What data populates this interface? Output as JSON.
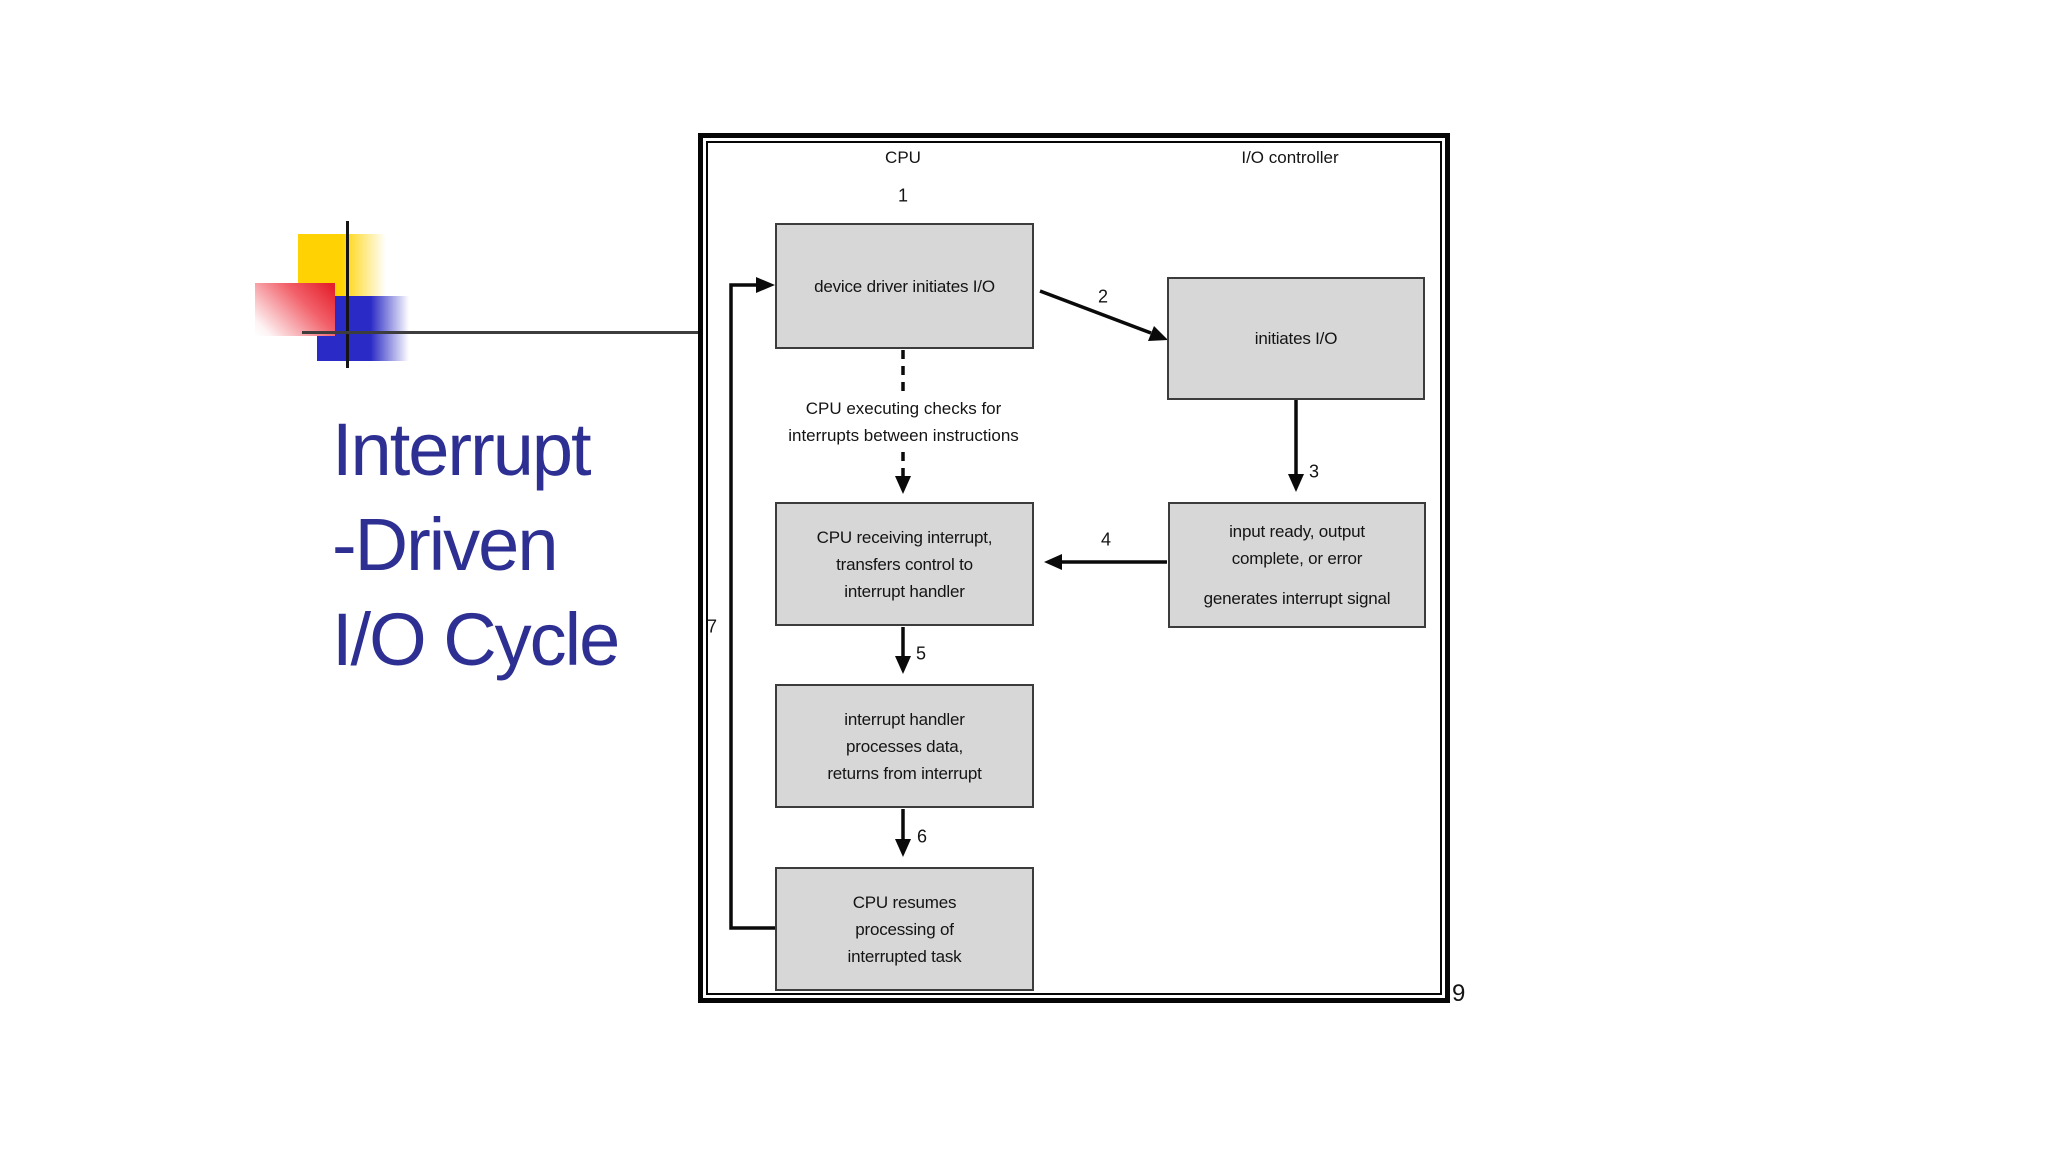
{
  "slide": {
    "title": "Interrupt\n-Driven\nI/O Cycle",
    "page_number": "9"
  },
  "diagram": {
    "column_left": "CPU",
    "column_right": "I/O controller",
    "annotation": "CPU executing checks for\ninterrupts between instructions",
    "boxes": {
      "device_driver": "device driver initiates I/O",
      "initiates_io": "initiates I/O",
      "cpu_receiving": "CPU receiving interrupt,\ntransfers control to\ninterrupt handler",
      "input_ready": "input ready, output\ncomplete, or error",
      "generates_signal": "generates interrupt signal",
      "interrupt_handler": "interrupt handler\nprocesses data,\nreturns from interrupt",
      "cpu_resumes": "CPU resumes\nprocessing of\ninterrupted task"
    },
    "steps": {
      "s1": "1",
      "s2": "2",
      "s3": "3",
      "s4": "4",
      "s5": "5",
      "s6": "6",
      "s7": "7"
    },
    "colors": {
      "title": "#2d2f92",
      "accent_yellow": "#ffd303",
      "accent_red": "#e4202c",
      "accent_blue": "#2a2ac6",
      "box_fill": "#d7d7d7"
    }
  }
}
